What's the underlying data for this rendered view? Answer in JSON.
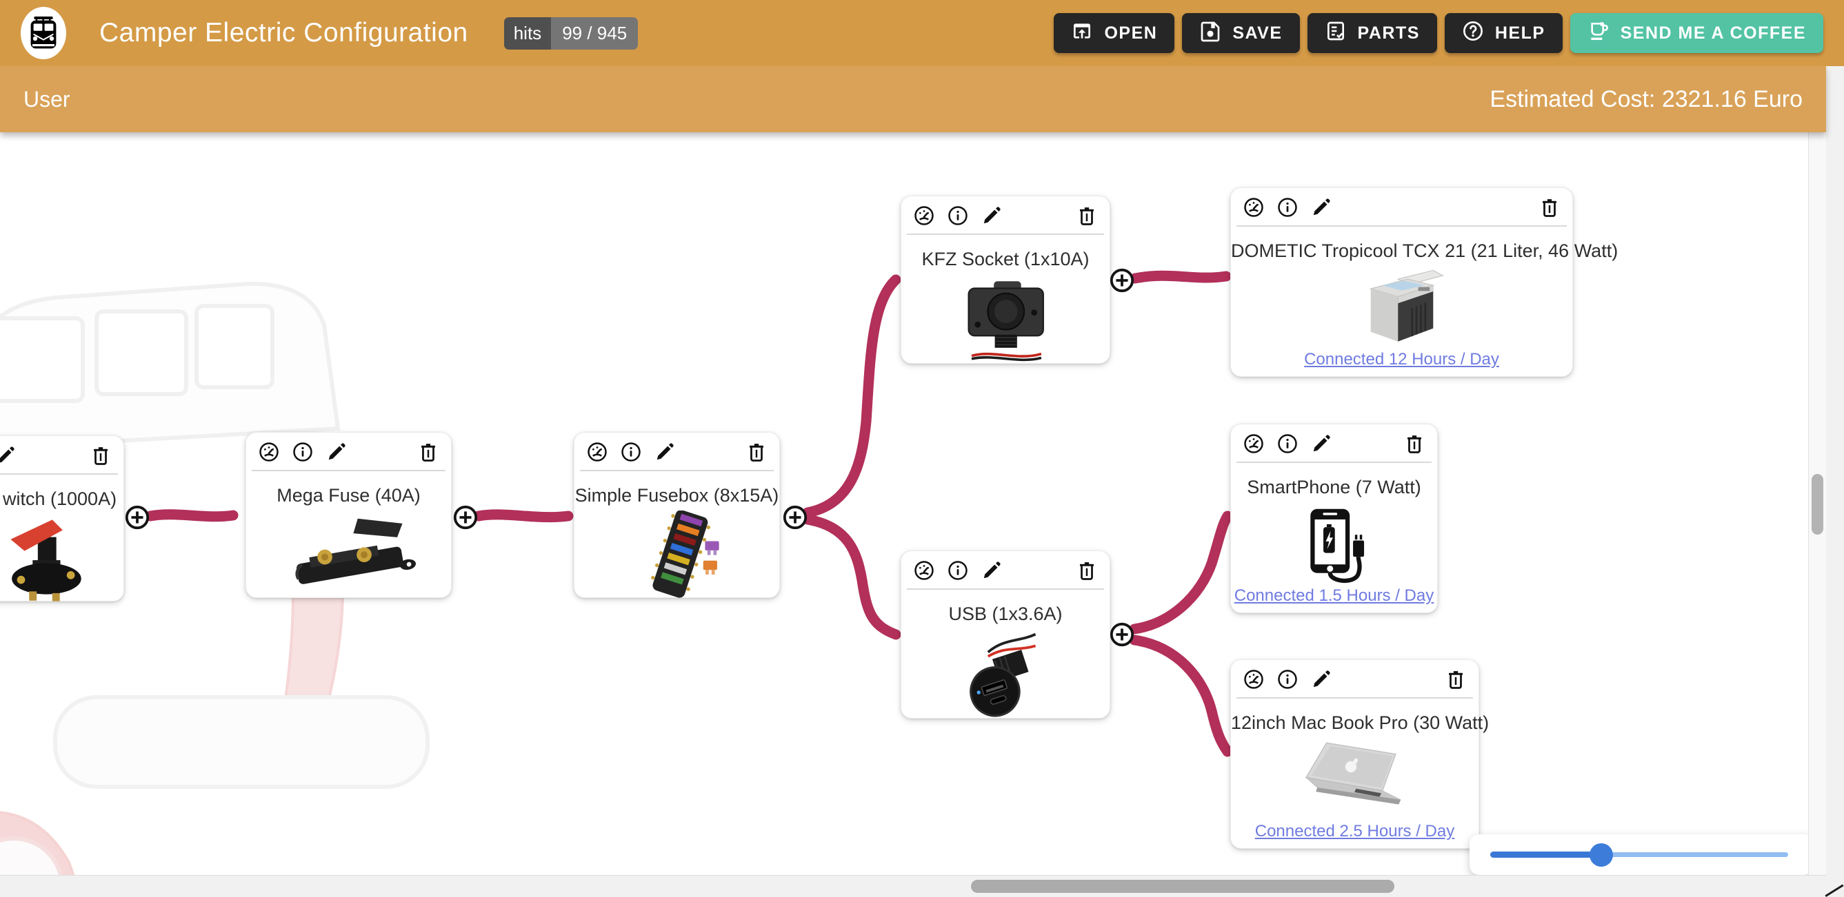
{
  "colors": {
    "header_bg": "#d49a46",
    "subheader_bg": "#d9a258",
    "button_dark": "#262626",
    "coffee_teal": "#53c3a4",
    "wire": "#b23059",
    "link": "#6f7be1",
    "slider_fill": "#3b78d5",
    "slider_thumb": "#3d7cd9",
    "slider_track": "#92bdf1",
    "scroll_thumb": "#b3b3b3"
  },
  "header": {
    "title": "Camper Electric Configuration",
    "hits": {
      "label": "hits",
      "value": "99 / 945"
    },
    "buttons": [
      {
        "label": "OPEN"
      },
      {
        "label": "SAVE"
      },
      {
        "label": "PARTS"
      },
      {
        "label": "HELP"
      },
      {
        "label": "SEND ME A COFFEE"
      }
    ]
  },
  "subheader": {
    "user": "User",
    "estimated_cost": "Estimated Cost: 2321.16 Euro"
  },
  "nodes": {
    "switch": {
      "title": "witch (1000A)"
    },
    "megafuse": {
      "title": "Mega Fuse (40A)"
    },
    "fusebox": {
      "title": "Simple Fusebox (8x15A)"
    },
    "kfz": {
      "title": "KFZ Socket (1x10A)"
    },
    "usb": {
      "title": "USB (1x3.6A)"
    },
    "dometic": {
      "title": "DOMETIC Tropicool TCX 21 (21 Liter, 46 Watt)",
      "link": "Connected 12 Hours / Day"
    },
    "phone": {
      "title": "SmartPhone (7 Watt)",
      "link": "Connected 1.5 Hours / Day"
    },
    "macbook": {
      "title": "12inch Mac Book Pro (30 Watt)",
      "link": "Connected 2.5 Hours / Day"
    }
  }
}
